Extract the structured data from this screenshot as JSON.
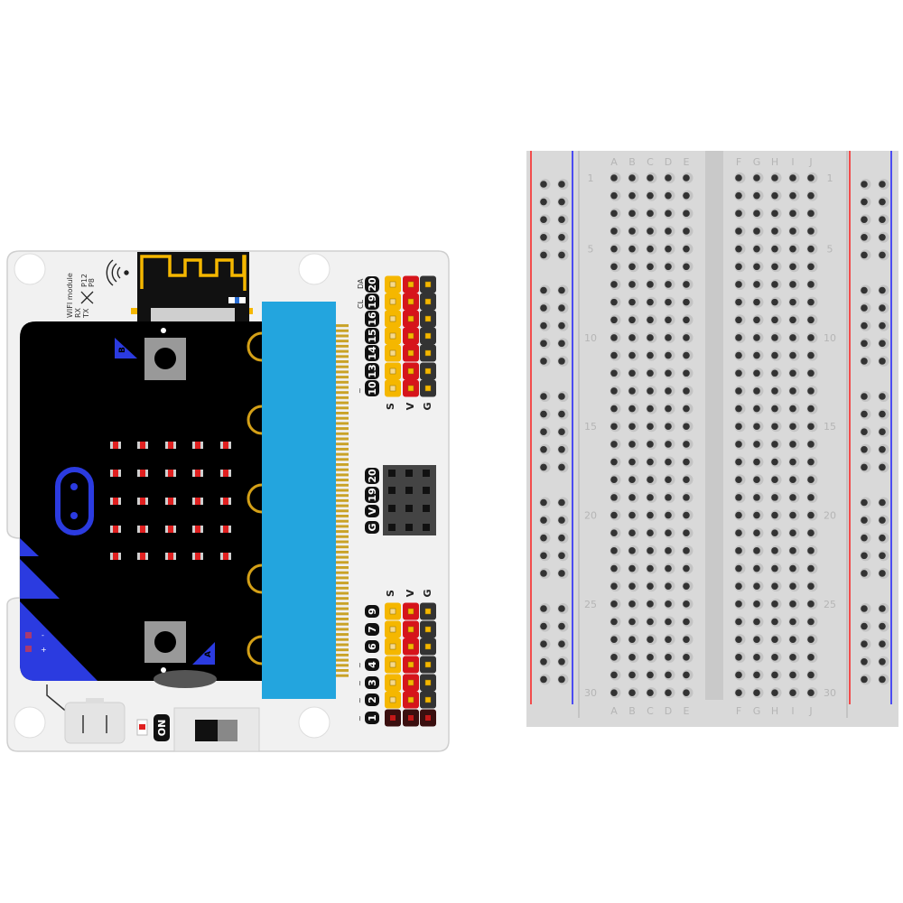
{
  "expansion_board": {
    "wifi_label": "WIFI module",
    "rx_label": "RX",
    "tx_label": "TX",
    "p12_label": "P12",
    "p8_label": "P8",
    "cl_label": "CL",
    "da_label": "DA",
    "pwm_mark": "~",
    "top_pins": [
      "20",
      "19",
      "16",
      "15",
      "14",
      "13",
      "10"
    ],
    "middle_pins": [
      "20",
      "19",
      "V",
      "G"
    ],
    "bottom_pins": [
      "9",
      "7",
      "6",
      "4",
      "3",
      "2",
      "1"
    ],
    "header_labels": [
      "S",
      "V",
      "G"
    ],
    "power_label": "ON",
    "battery_minus": "-",
    "battery_plus": "+",
    "colors": {
      "signal": "#f5b700",
      "power": "#d6141b",
      "ground": "#333333",
      "connector": "#23a5de"
    }
  },
  "microbit": {
    "button_a_label": "A",
    "button_b_label": "B",
    "led_rows": 5,
    "led_cols": 5,
    "colors": {
      "board": "#000000",
      "accent": "#2b3be0",
      "led": "#e02020"
    }
  },
  "breadboard": {
    "columns_left": [
      "A",
      "B",
      "C",
      "D",
      "E"
    ],
    "columns_right": [
      "F",
      "G",
      "H",
      "I",
      "J"
    ],
    "row_labels": [
      "1",
      "5",
      "10",
      "15",
      "20",
      "25",
      "30"
    ],
    "rows": 30,
    "colors": {
      "body": "#d9d9d9",
      "positive_rail": "#ff0000",
      "negative_rail": "#0000ff"
    }
  }
}
